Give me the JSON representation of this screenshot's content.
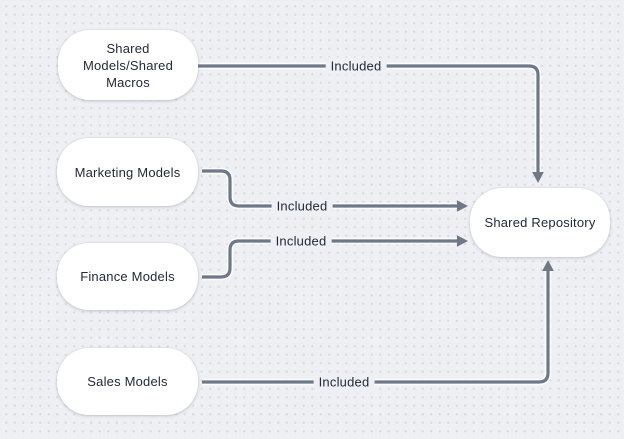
{
  "colors": {
    "canvas_background": "#eef0f4",
    "grid_dot": "#d9dde3",
    "node_fill": "#ffffff",
    "text": "#222b3a",
    "connector": "#6e7887"
  },
  "diagram": {
    "nodes": [
      {
        "id": "shared-models-shared-macros",
        "label": "Shared Models/Shared Macros"
      },
      {
        "id": "marketing-models",
        "label": "Marketing Models"
      },
      {
        "id": "finance-models",
        "label": "Finance Models"
      },
      {
        "id": "sales-models",
        "label": "Sales Models"
      },
      {
        "id": "shared-repository",
        "label": "Shared Repository"
      }
    ],
    "edges": [
      {
        "from": "shared-models-shared-macros",
        "to": "shared-repository",
        "label": "Included"
      },
      {
        "from": "marketing-models",
        "to": "shared-repository",
        "label": "Included"
      },
      {
        "from": "finance-models",
        "to": "shared-repository",
        "label": "Included"
      },
      {
        "from": "sales-models",
        "to": "shared-repository",
        "label": "Included"
      }
    ]
  }
}
